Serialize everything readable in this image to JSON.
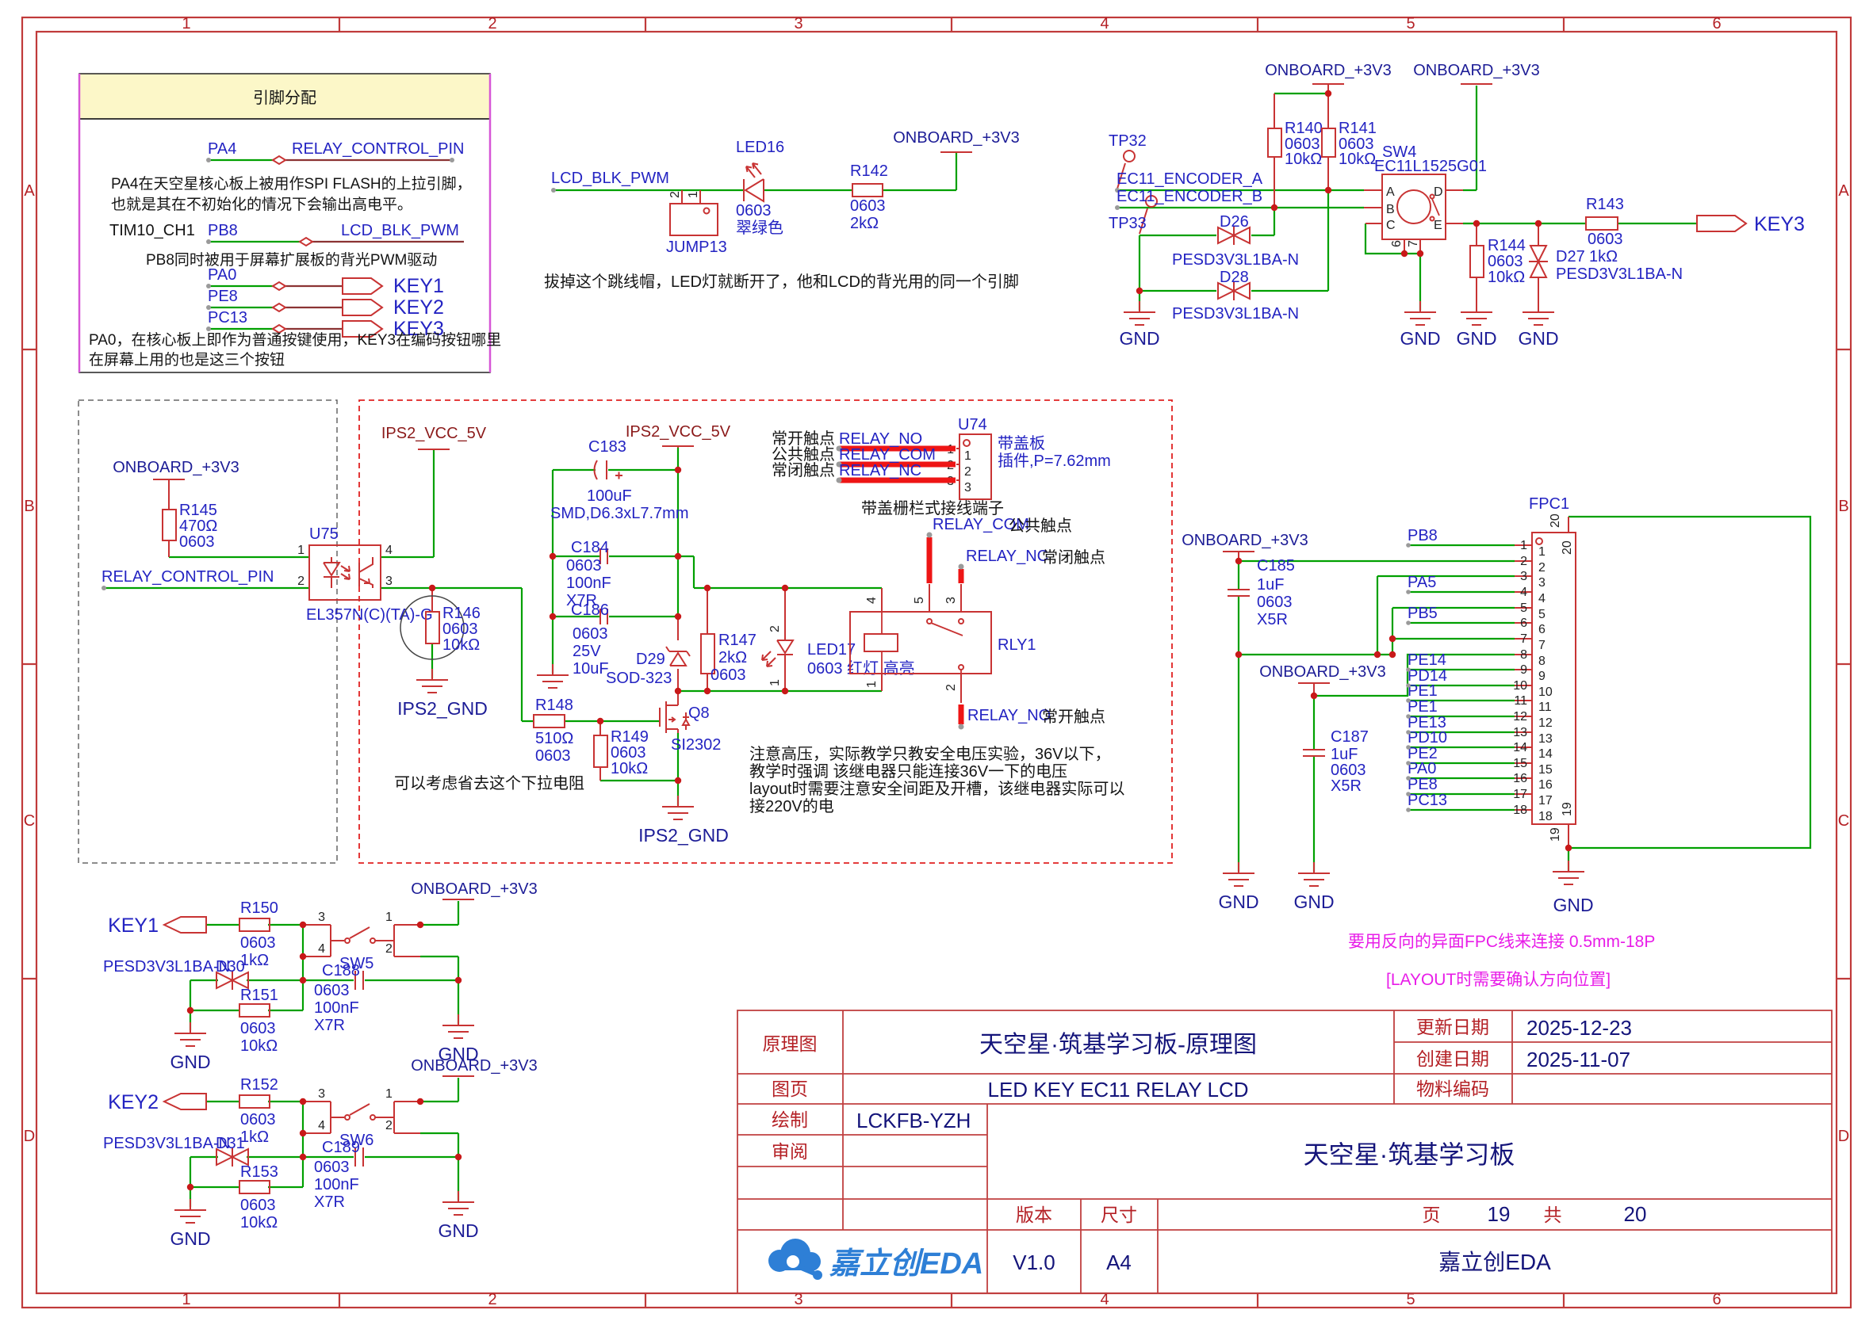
{
  "frame": {
    "columns": [
      "1",
      "2",
      "3",
      "4",
      "5",
      "6"
    ],
    "rows": [
      "A",
      "B",
      "C",
      "D"
    ]
  },
  "nets": {
    "gnd": "GND",
    "vcc3": "ONBOARD_+3V3",
    "ips2_gnd": "IPS2_GND",
    "ips2_vcc": "IPS2_VCC_5V",
    "pesd": "PESD3V3L1BA-N"
  },
  "pin_box": {
    "title": "引脚分配",
    "pa4": "PA4",
    "relay_pin": "RELAY_CONTROL_PIN",
    "note1a": "PA4在天空星核心板上被用作SPI FLASH的上拉引脚，",
    "note1b": "也就是其在不初始化的情况下会输出高电平。",
    "tim": "TIM10_CH1",
    "pb8": "PB8",
    "lcd": "LCD_BLK_PWM",
    "note2": "PB8同时被用于屏幕扩展板的背光PWM驱动",
    "pa0": "PA0",
    "pe8": "PE8",
    "pc13": "PC13",
    "key1": "KEY1",
    "key2": "KEY2",
    "key3": "KEY3",
    "note3a": "PA0，在核心板上即作为普通按键使用，KEY3在编码按钮哪里",
    "note3b": "在屏幕上用的也是这三个按钮"
  },
  "backlight": {
    "net": "LCD_BLK_PWM",
    "jumper": "JUMP13",
    "p1": "1",
    "p2": "2",
    "led": "LED16",
    "led_vals": [
      "0603",
      "翠绿色"
    ],
    "r": "R142",
    "r_vals": [
      "0603",
      "2kΩ"
    ],
    "note": "拔掉这个跳线帽，LED灯就断开了，他和LCD的背光用的同一个引脚"
  },
  "encoder": {
    "tp32": "TP32",
    "tp33": "TP33",
    "neta": "EC11_ENCODER_A",
    "netb": "EC11_ENCODER_B",
    "r140": "R140",
    "r140_vals": [
      "0603",
      "10kΩ"
    ],
    "r141": "R141",
    "r141_vals": [
      "0603",
      "10kΩ"
    ],
    "d26": "D26",
    "d28": "D28",
    "sw": "SW4",
    "sw_part": "EC11L1525G01",
    "pins": [
      "A",
      "B",
      "C",
      "D",
      "E",
      "6",
      "7"
    ],
    "r144": "R144",
    "r144_vals": [
      "0603",
      "10kΩ"
    ],
    "d27": "D27",
    "r143": "R143",
    "r143_vals": [
      "0603",
      "1kΩ"
    ],
    "key3": "KEY3"
  },
  "opto": {
    "r145": "R145",
    "r145_vals": [
      "470Ω",
      "0603"
    ],
    "u": "U75",
    "u_part": "EL357N(C)(TA)-G",
    "pins": [
      "1",
      "2",
      "3",
      "4"
    ],
    "net": "RELAY_CONTROL_PIN",
    "r146": "R146",
    "r146_vals": [
      "0603",
      "10kΩ"
    ],
    "note": "可以考虑省去这个下拉电阻"
  },
  "relay": {
    "c183": "C183",
    "c183_vals": [
      "100uF",
      "SMD,D6.3xL7.7mm"
    ],
    "c184": "C184",
    "c184_vals": [
      "0603",
      "100nF",
      "X7R"
    ],
    "c186": "C186",
    "c186_vals": [
      "0603",
      "25V",
      "10uF"
    ],
    "d29": "D29",
    "d29_val": "SOD-323",
    "r147": "R147",
    "r147_vals": [
      "2kΩ",
      "0603"
    ],
    "r148": "R148",
    "r148_vals": [
      "510Ω",
      "0603"
    ],
    "r149": "R149",
    "r149_vals": [
      "0603",
      "10kΩ"
    ],
    "q8": "Q8",
    "q8_part": "SI2302",
    "led17": "LED17",
    "led17_val": "0603 红灯 高亮",
    "rly": "RLY1",
    "rly_pins": [
      "4",
      "5",
      "3",
      "1",
      "2"
    ],
    "u74": "U74",
    "u74_pins": [
      "1",
      "2",
      "3"
    ],
    "u74_note1": "带盖板",
    "u74_note2": "插件,P=7.62mm",
    "u74_note3": "带盖栅栏式接线端子",
    "no": "RELAY_NO",
    "com": "RELAY_COM",
    "nc": "RELAY_NC",
    "no_cn": "常开触点",
    "com_cn": "公共触点",
    "nc_cn": "常闭触点",
    "note": [
      "注意高压，实际教学只教安全电压实验，36V以下，",
      "教学时强调 该继电器只能连接36V一下的电压",
      "layout时需要注意安全间距及开槽，该继电器实际可以",
      "接220V的电"
    ]
  },
  "fpc": {
    "ref": "FPC1",
    "p19": "19",
    "p20": "20",
    "pins": [
      {
        "n": "1",
        "net": "PB8"
      },
      {
        "n": "2"
      },
      {
        "n": "3"
      },
      {
        "n": "4",
        "net": "PA5"
      },
      {
        "n": "5"
      },
      {
        "n": "6",
        "net": "PB5"
      },
      {
        "n": "7"
      },
      {
        "n": "8"
      },
      {
        "n": "9",
        "net": "PE14"
      },
      {
        "n": "10",
        "net": "PD14"
      },
      {
        "n": "11",
        "net": "PE1"
      },
      {
        "n": "12",
        "net": "PE1"
      },
      {
        "n": "13",
        "net": "PE13"
      },
      {
        "n": "14",
        "net": "PD10"
      },
      {
        "n": "15",
        "net": "PE2"
      },
      {
        "n": "16",
        "net": "PA0"
      },
      {
        "n": "17",
        "net": "PE8"
      },
      {
        "n": "18",
        "net": "PC13"
      }
    ],
    "c185": "C185",
    "c185_vals": [
      "1uF",
      "0603",
      "X5R"
    ],
    "c187": "C187",
    "c187_vals": [
      "1uF",
      "0603",
      "X5R"
    ],
    "note1": "要用反向的异面FPC线来连接   0.5mm-18P",
    "note2": "[LAYOUT时需要确认方向位置]"
  },
  "key1": {
    "flag": "KEY1",
    "r_top": "R150",
    "r_top_vals": [
      "0603",
      "1kΩ"
    ],
    "d": "D30",
    "r_bot": "R151",
    "r_bot_vals": [
      "0603",
      "10kΩ"
    ],
    "sw": "SW5",
    "sw_pins": [
      "3",
      "4",
      "1",
      "2"
    ],
    "c": "C188",
    "c_vals": [
      "0603",
      "100nF",
      "X7R"
    ]
  },
  "key2": {
    "flag": "KEY2",
    "r_top": "R152",
    "r_top_vals": [
      "0603",
      "1kΩ"
    ],
    "d": "D31",
    "r_bot": "R153",
    "r_bot_vals": [
      "0603",
      "10kΩ"
    ],
    "sw": "SW6",
    "sw_pins": [
      "3",
      "4",
      "1",
      "2"
    ],
    "c": "C189",
    "c_vals": [
      "0603",
      "100nF",
      "X7R"
    ]
  },
  "title_block": {
    "doc_label": "原理图",
    "doc_title": "天空星·筑基学习板-原理图",
    "sheet_label": "图页",
    "sheet": "LED KEY EC11 RELAY LCD",
    "drawn_label": "绘制",
    "drawn": "LCKFB-YZH",
    "review_label": "审阅",
    "updated_label": "更新日期",
    "updated": "2025-12-23",
    "created_label": "创建日期",
    "created": "2025-11-07",
    "part_label": "物料编码",
    "board": "天空星·筑基学习板",
    "ver_label": "版本",
    "ver": "V1.0",
    "size_label": "尺寸",
    "size": "A4",
    "page_label": "页",
    "page": "19",
    "of_label": "共",
    "total": "20",
    "brand": "嘉立创EDA",
    "logo_text": "嘉立创EDA"
  }
}
